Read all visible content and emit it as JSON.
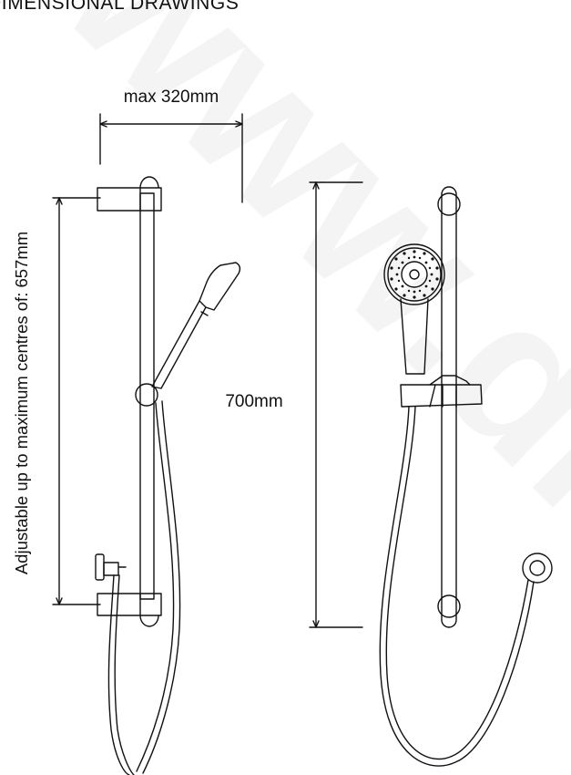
{
  "page": {
    "title": "DIMENSIONAL DRAWINGS"
  },
  "dimensions": {
    "max_width_label": "max 320mm",
    "rail_height_label": "700mm",
    "adjustable_label": "Adjustable up to maximum centres of: 657mm"
  },
  "watermark": {
    "text": "www.div",
    "color": "#000000"
  },
  "colors": {
    "line": "#111111",
    "background": "#ffffff"
  }
}
